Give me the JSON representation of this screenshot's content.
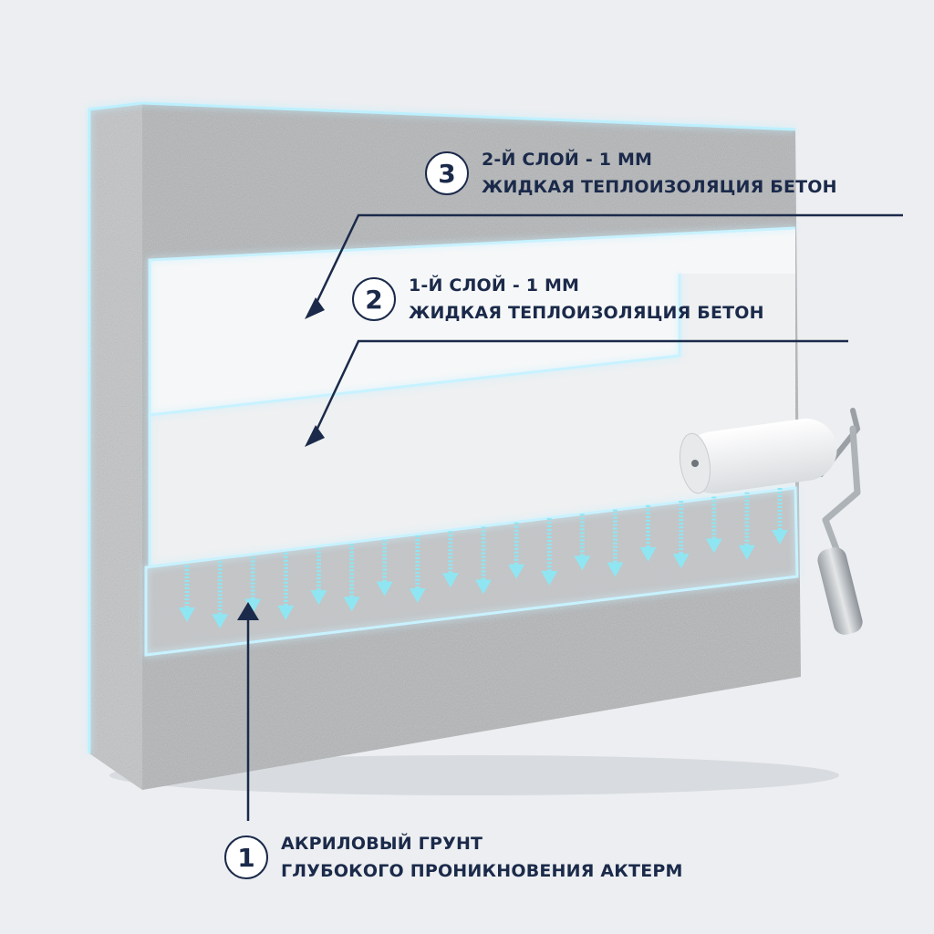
{
  "colors": {
    "background": "#eceef1",
    "concrete": "#b4b6b8",
    "concrete_dark": "#9c9ea1",
    "coating": "#f6f7f8",
    "glow": "#9fe3ff",
    "label": "#1b2a4a",
    "primer_arrows": "#8fe6f2"
  },
  "callouts": [
    {
      "number": "3",
      "line1": "2-Й СЛОЙ - 1 ММ",
      "line2": "ЖИДКАЯ ТЕПЛОИЗОЛЯЦИЯ БЕТОН"
    },
    {
      "number": "2",
      "line1": "1-Й СЛОЙ - 1 ММ",
      "line2": "ЖИДКАЯ ТЕПЛОИЗОЛЯЦИЯ БЕТОН"
    },
    {
      "number": "1",
      "line1": "АКРИЛОВЫЙ ГРУНТ",
      "line2": "ГЛУБОКОГО ПРОНИКНОВЕНИЯ АКТЕРМ"
    }
  ],
  "icons": {
    "roller": "paint-roller-icon",
    "penetration": "down-arrow-icon"
  }
}
